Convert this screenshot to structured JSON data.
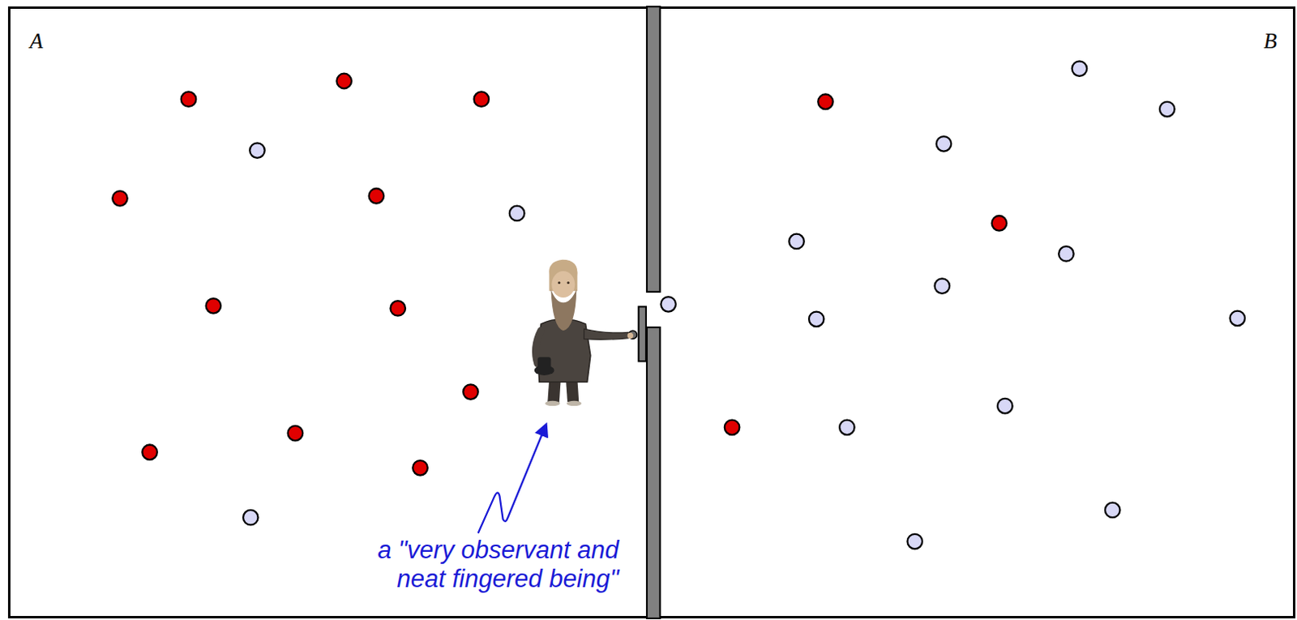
{
  "diagram": {
    "nodes": [
      {
        "text": [
          "A"
        ]
      },
      {
        "text": [
          "B"
        ]
      }
    ],
    "labels": [
      "a \"very observant and neat fingered being\""
    ]
  }
}
